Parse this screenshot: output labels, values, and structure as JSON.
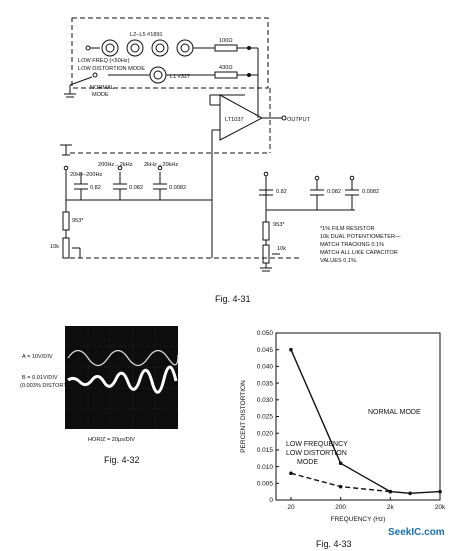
{
  "schematic": {
    "inductor_label": "L2–L5 #1891",
    "inductor_single_label": "L1 #327",
    "r_100": "100Ω",
    "r_430": "430Ω",
    "low_freq_label_1": "LOW FREQ (<50Hz)",
    "low_freq_label_2": "LOW DISTORTION MODE",
    "normal_label_1": "NORMAL",
    "normal_label_2": "MODE",
    "opamp": "LT1037",
    "output": "OUTPUT",
    "range_labels": [
      "20Hz–200Hz",
      "200Hz→2kHz",
      "2kHz→20kHz"
    ],
    "left_caps": [
      "0.82",
      "0.082",
      "0.0082"
    ],
    "right_caps": [
      "0.82",
      "0.082",
      "0.0082"
    ],
    "r_953": "953*",
    "pot_left": "10k",
    "pot_right": "10k",
    "notes": [
      "*1% FILM RESISTOR",
      "10k DUAL POTENTIOMETER—",
      "MATCH TRACKING 0.1%",
      "MATCH ALL LIKE CAPACITOR",
      "VALUES 0.1%."
    ],
    "caption": "Fig. 4-31"
  },
  "scope": {
    "label_a": "A = 10V/DIV",
    "label_b_1": "B = 0.01V/DIV",
    "label_b_2": "(0.003% DISTORTION)",
    "horiz": "HORIZ = 20μs/DIV",
    "caption": "Fig. 4-32"
  },
  "chart_data": {
    "type": "line",
    "xlabel": "FREQUENCY (Hz)",
    "ylabel": "PERCENT DISTORTION",
    "x_scale": "log",
    "xlim": [
      10,
      20000
    ],
    "ylim": [
      0,
      0.05
    ],
    "x_ticks": [
      "20",
      "200",
      "2k",
      "20k"
    ],
    "y_ticks": [
      "0",
      "0.005",
      "0.010",
      "0.015",
      "0.020",
      "0.025",
      "0.030",
      "0.035",
      "0.040",
      "0.045",
      "0.050"
    ],
    "series": [
      {
        "name": "NORMAL MODE",
        "style": "solid",
        "x": [
          20,
          200,
          2000,
          5000,
          20000
        ],
        "y": [
          0.045,
          0.011,
          0.0025,
          0.002,
          0.0025
        ]
      },
      {
        "name": "LOW FREQUENCY LOW DISTORTION MODE",
        "style": "dashed",
        "x": [
          20,
          200,
          2000
        ],
        "y": [
          0.008,
          0.004,
          0.0025
        ]
      }
    ],
    "annotations": [
      "NORMAL MODE",
      "LOW FREQUENCY",
      "LOW DISTORTION",
      "MODE"
    ],
    "caption": "Fig. 4-33"
  },
  "watermark": "SeekIC.com"
}
